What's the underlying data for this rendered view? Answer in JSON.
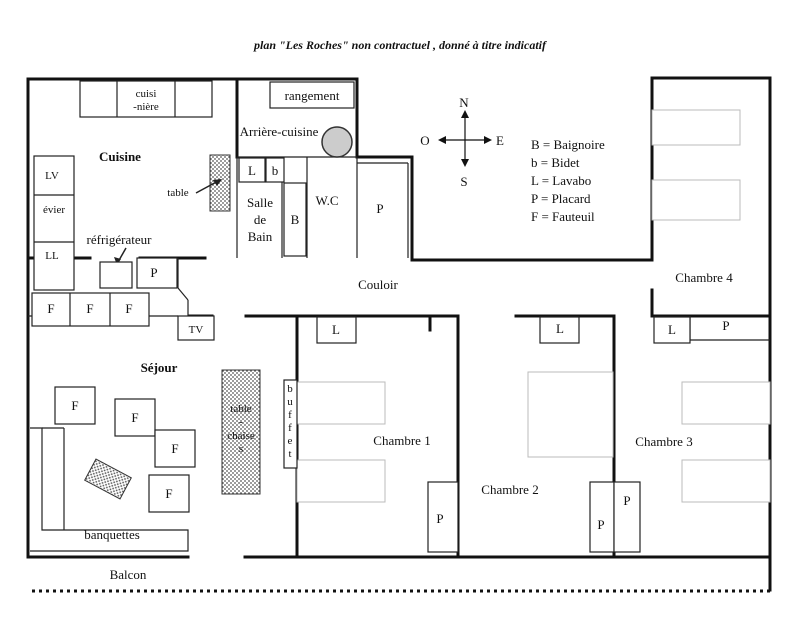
{
  "title": "plan \"Les Roches\"  non contractuel , donné à titre indicatif",
  "rooms": {
    "cuisine": "Cuisine",
    "arriere_cuisine": "Arrière-cuisine",
    "salle_de_bain_1": "Salle",
    "salle_de_bain_2": "de",
    "salle_de_bain_3": "Bain",
    "wc": "W.C",
    "couloir": "Couloir",
    "sejour": "Séjour",
    "chambre1": "Chambre 1",
    "chambre2": "Chambre 2",
    "chambre3": "Chambre 3",
    "chambre4": "Chambre 4",
    "balcon": "Balcon"
  },
  "furniture": {
    "cuisiniere_1": "cuisi",
    "cuisiniere_2": "-nière",
    "rangement": "rangement",
    "lv": "LV",
    "evier": "évier",
    "ll": "LL",
    "table": "table",
    "refrigerateur": "réfrigérateur",
    "tv": "TV",
    "banquettes": "banquettes",
    "table_chaises_1": "table",
    "table_chaises_2": "-",
    "table_chaises_3": "chaise",
    "table_chaises_4": "s",
    "buffet": [
      "b",
      "u",
      "f",
      "f",
      "e",
      "t"
    ]
  },
  "symbols": {
    "B": "B",
    "b": "b",
    "L": "L",
    "P": "P",
    "F": "F"
  },
  "compass": {
    "n": "N",
    "s": "S",
    "e": "E",
    "o": "O"
  },
  "legend": [
    "B = Baignoire",
    "b = Bidet",
    "L = Lavabo",
    "P = Placard",
    "F = Fauteuil"
  ]
}
